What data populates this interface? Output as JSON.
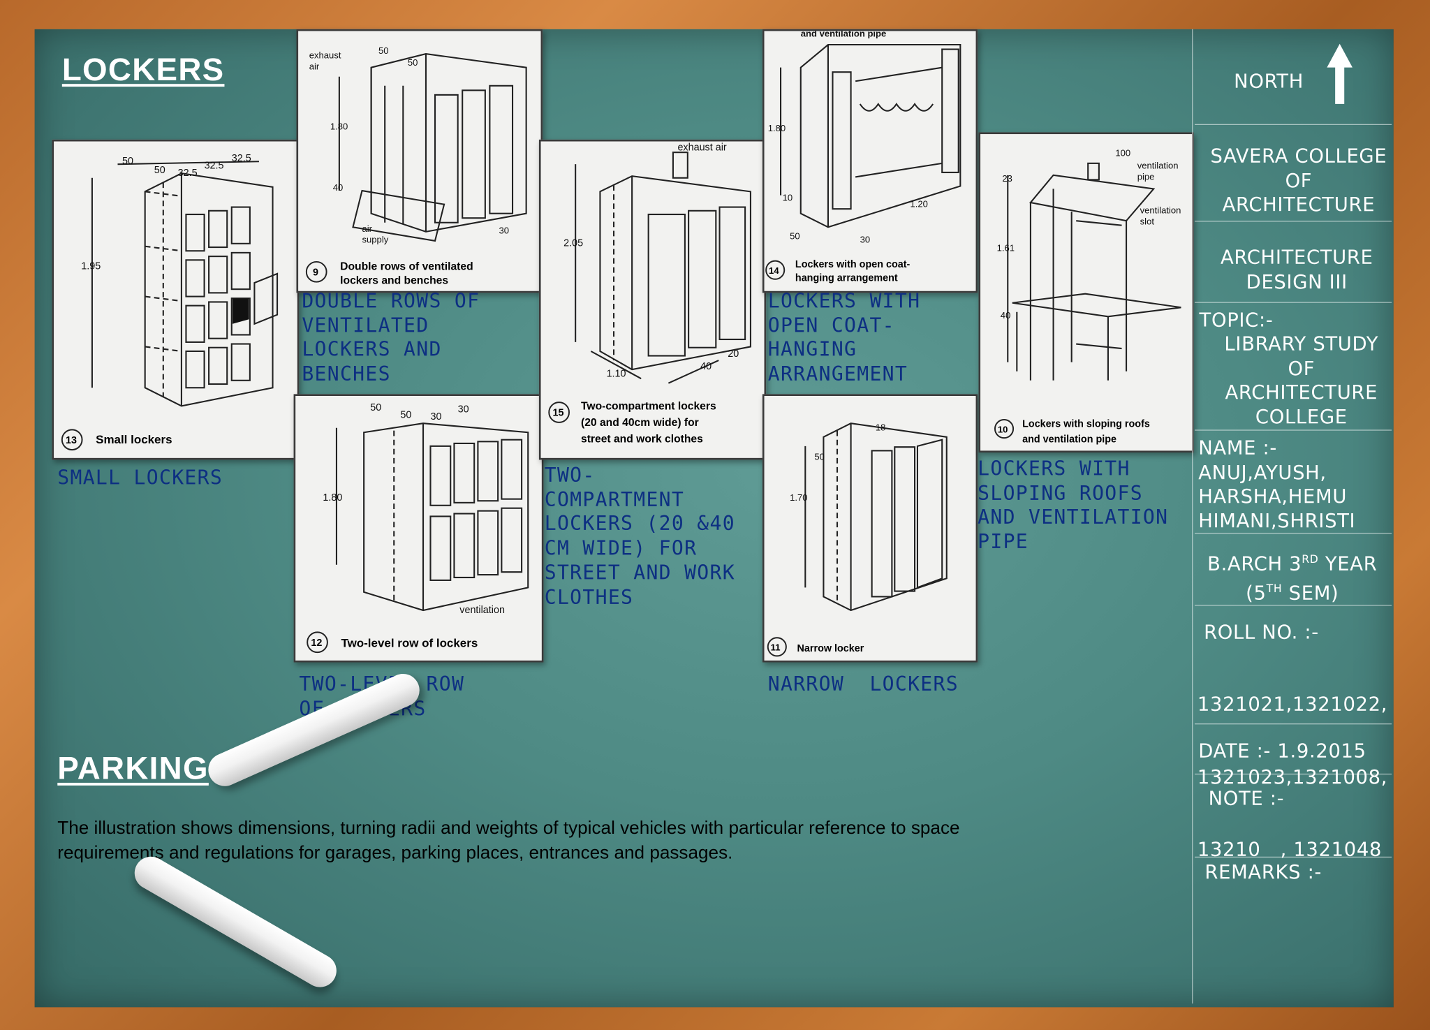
{
  "lockers": {
    "heading": "LOCKERS",
    "captions": {
      "small": "SMALL LOCKERS",
      "double_rows": [
        "DOUBLE ROWS OF",
        "VENTILATED",
        "LOCKERS AND",
        "BENCHES"
      ],
      "two_level": [
        "TWO-LEVEL ROW",
        "OF LOCKERS"
      ],
      "two_compartment": [
        "TWO-",
        "COMPARTMENT",
        "LOCKERS (20 &40",
        "CM WIDE) FOR",
        "STREET AND WORK",
        "CLOTHES"
      ],
      "open_coat": [
        "LOCKERS WITH",
        "OPEN COAT-",
        "HANGING",
        "ARRANGEMENT"
      ],
      "narrow": "NARROW  LOCKERS",
      "sloping_roofs": [
        "LOCKERS WITH",
        "SLOPING ROOFS",
        "AND VENTILATION",
        "PIPE"
      ]
    },
    "figures": {
      "small": {
        "number": "13",
        "caption": "Small lockers",
        "dims": [
          "50",
          "50",
          "32.5",
          "32.5",
          "32.5",
          "1.95"
        ]
      },
      "double_rows": {
        "number": "9",
        "caption": [
          "Double rows of ventilated",
          "lockers and benches"
        ],
        "labels": [
          "exhaust",
          "air",
          "air",
          "supply",
          "1.80",
          "40",
          "50",
          "50",
          "30"
        ]
      },
      "two_level": {
        "number": "12",
        "caption": "Two-level row of lockers",
        "labels": [
          "50",
          "50",
          "30",
          "30",
          "1.80",
          "ventilation"
        ]
      },
      "two_compartment": {
        "number": "15",
        "caption": [
          "Two-compartment lockers",
          "(20 and 40cm wide) for",
          "street and work clothes"
        ],
        "labels": [
          "exhaust air",
          "2.05",
          "1.10",
          "40",
          "20"
        ]
      },
      "open_coat": {
        "number": "14",
        "caption": [
          "Lockers with open coat-",
          "hanging arrangement"
        ],
        "labels": [
          "and ventilation pipe",
          "1.80",
          "10",
          "50",
          "30",
          "1.20"
        ]
      },
      "narrow": {
        "number": "11",
        "caption": "Narrow locker",
        "labels": [
          "18",
          "50",
          "1.70"
        ]
      },
      "sloping_roofs": {
        "number": "10",
        "caption": [
          "Lockers with sloping roofs",
          "and ventilation pipe"
        ],
        "labels": [
          "100",
          "ventilation",
          "pipe",
          "ventilation",
          "slot",
          "23",
          "1.61",
          "40"
        ]
      }
    }
  },
  "parking": {
    "heading": "PARKING",
    "text": [
      "The illustration shows dimensions, turning radii and weights of typical vehicles  with particular reference to space",
      "requirements and regulations for garages, parking places, entrances and passages."
    ]
  },
  "title_block": {
    "north": "NORTH",
    "college": [
      "SAVERA COLLEGE",
      "OF",
      "ARCHITECTURE"
    ],
    "subject": [
      "ARCHITECTURE",
      "DESIGN III"
    ],
    "topic": [
      "TOPIC:-",
      "LIBRARY STUDY",
      "OF",
      "ARCHITECTURE",
      "COLLEGE"
    ],
    "name": [
      "NAME :-",
      "ANUJ,AYUSH,",
      "HARSHA,HEMU",
      "HIMANI,SHRISTI"
    ],
    "year": {
      "line1_pre": "B.ARCH 3",
      "line1_sup": "RD",
      "line1_post": " YEAR",
      "line2_pre": "(5",
      "line2_sup": "TH",
      "line2_post": " SEM)"
    },
    "roll": [
      "ROLL NO. :-",
      "1321021,1321022,",
      "1321023,1321008,",
      "13210   , 1321048"
    ],
    "date": "DATE :- 1.9.2015",
    "note": "NOTE :-",
    "remarks": "REMARKS :-"
  }
}
